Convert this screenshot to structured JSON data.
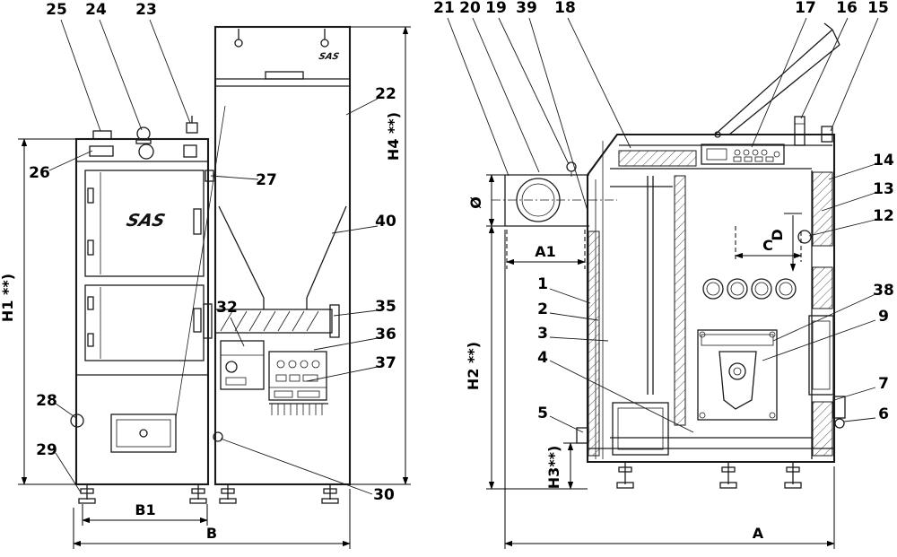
{
  "brand": "SAS",
  "callouts": {
    "n1": "1",
    "n2": "2",
    "n3": "3",
    "n4": "4",
    "n5": "5",
    "n6": "6",
    "n7": "7",
    "n9": "9",
    "n12": "12",
    "n13": "13",
    "n14": "14",
    "n15": "15",
    "n16": "16",
    "n17": "17",
    "n18": "18",
    "n19": "19",
    "n20": "20",
    "n21": "21",
    "n22": "22",
    "n23": "23",
    "n24": "24",
    "n25": "25",
    "n26": "26",
    "n27": "27",
    "n28": "28",
    "n29": "29",
    "n30": "30",
    "n32": "32",
    "n35": "35",
    "n36": "36",
    "n37": "37",
    "n38": "38",
    "n39": "39",
    "n40": "40"
  },
  "dimensions": {
    "A": "A",
    "A1": "A1",
    "B": "B",
    "B1": "B1",
    "C": "C",
    "D": "D",
    "diameter": "Ø",
    "H1": "H1 **)",
    "H2": "H2 **)",
    "H3": "H3**)",
    "H4": "H4 **)"
  }
}
